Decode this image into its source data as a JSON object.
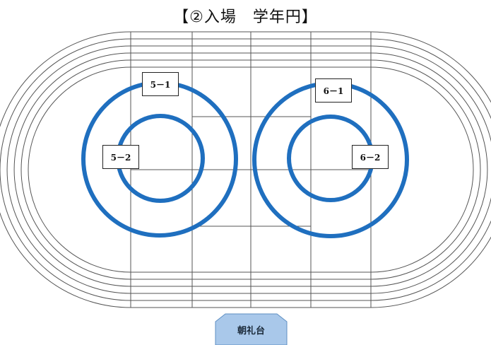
{
  "title": "【②入場　学年円】",
  "classes": [
    "5－1",
    "5－2",
    "6－1",
    "6－2"
  ],
  "stage": {
    "label": "朝礼台"
  },
  "colors": {
    "circle": "#1f6fbf",
    "track": "#555555",
    "stage_fill": "#a9c8ea",
    "stage_stroke": "#5f8fc3"
  }
}
